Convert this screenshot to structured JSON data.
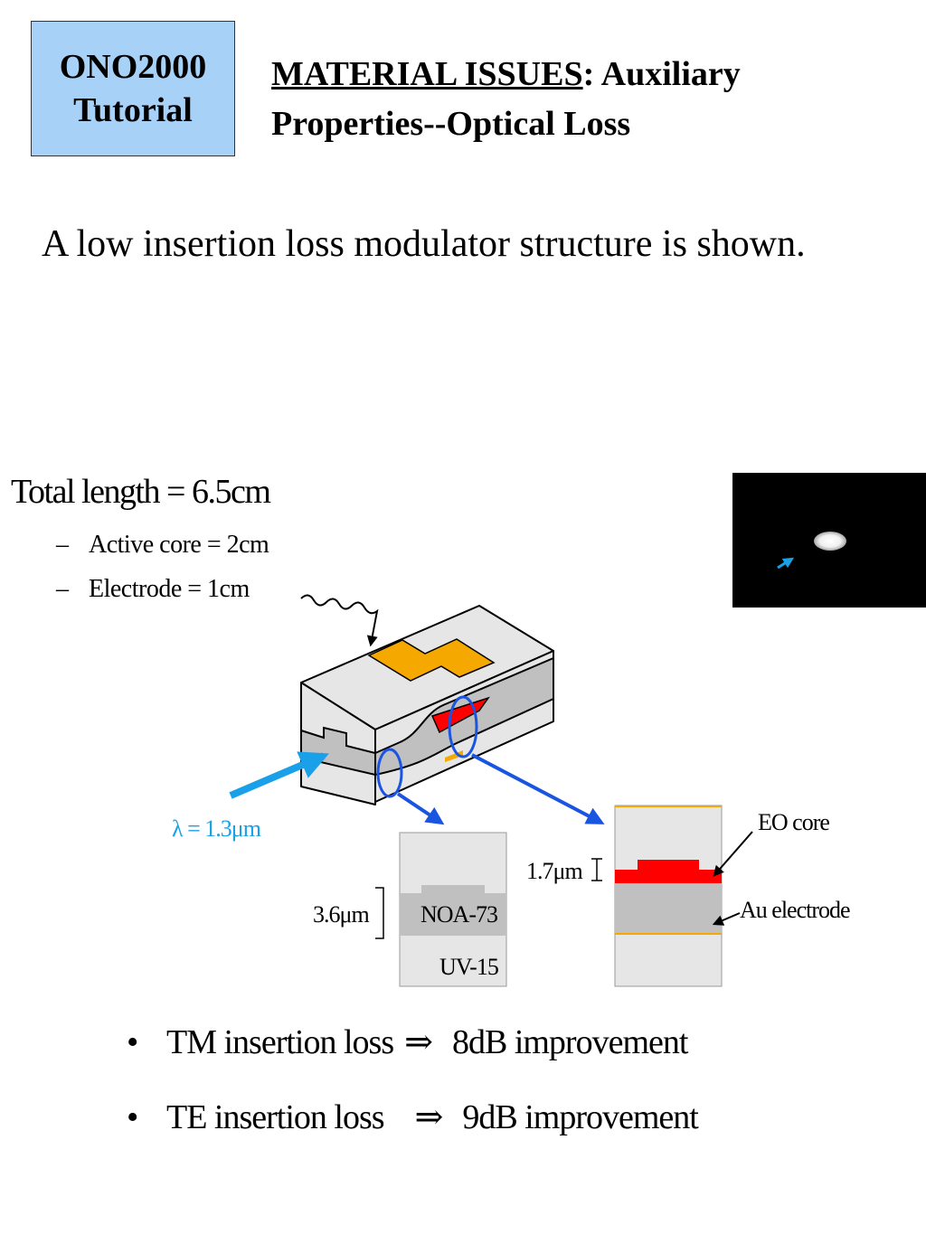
{
  "badge": {
    "line1": "ONO2000",
    "line2": "Tutorial"
  },
  "title": {
    "underlined": "MATERIAL ISSUES",
    "rest": ":  Auxiliary",
    "line2": "Properties--Optical Loss"
  },
  "subtitle": "A low insertion loss modulator structure is shown.",
  "specs": {
    "total": "Total length = 6.5cm",
    "items": [
      {
        "dash": "–",
        "text": "Active core = 2cm"
      },
      {
        "dash": "–",
        "text": "Electrode = 1cm"
      }
    ]
  },
  "diagram": {
    "wavelength_label": "λ = 1.3μm",
    "left_section": {
      "thickness": "3.6μm",
      "upper_material": "NOA-73",
      "lower_material": "UV-15"
    },
    "right_section": {
      "thickness": "1.7μm",
      "core_label": "EO core",
      "electrode_label": "Au electrode"
    },
    "colors": {
      "electrode": "#f5a800",
      "core": "#ff0000",
      "cladding": "#c0c0c0",
      "body": "#e6e6e6",
      "beam": "#1aa0e8",
      "arrow": "#1955e0"
    }
  },
  "results": [
    {
      "bullet": "•",
      "label": "TM insertion loss",
      "arrow": "⇒",
      "value": "8dB improvement"
    },
    {
      "bullet": "•",
      "label": "TE insertion loss",
      "arrow": "⇒",
      "value": "9dB improvement"
    }
  ]
}
